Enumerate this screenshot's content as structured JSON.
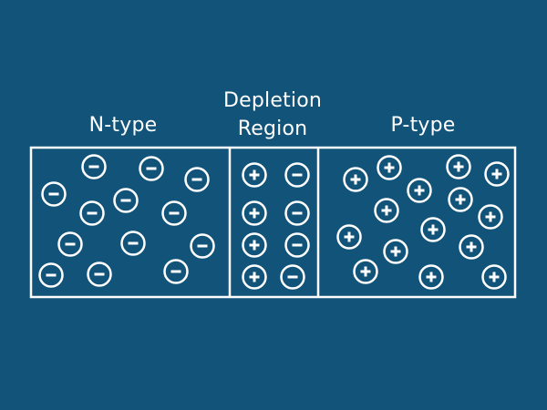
{
  "labels": {
    "n_type": "N-type",
    "depletion_line1": "Depletion",
    "depletion_line2": "Region",
    "p_type": "P-type"
  },
  "symbols": {
    "negative": "minus-charge",
    "positive": "plus-charge"
  },
  "colors": {
    "background": "#125379",
    "foreground": "#ffffff"
  }
}
